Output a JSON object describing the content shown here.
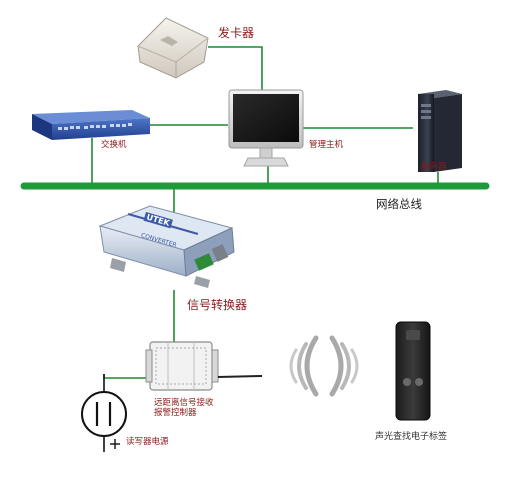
{
  "labels": {
    "card_issuer": "发卡器",
    "switch": "交换机",
    "management_host": "管理主机",
    "server": "服务器",
    "network_bus": "网络总线",
    "signal_converter": "信号转换器",
    "converter_brand": "UTEK",
    "converter_model": "CONVERTER",
    "receiver_controller_line1": "远距离信号接收",
    "receiver_controller_line2": "报警控制器",
    "reader_power": "读写器电源",
    "electronic_tag": "声光查找电子标签"
  },
  "colors": {
    "bus": "#1e9a3a",
    "link": "#1e8a2e",
    "label": "#8b1a1a"
  }
}
